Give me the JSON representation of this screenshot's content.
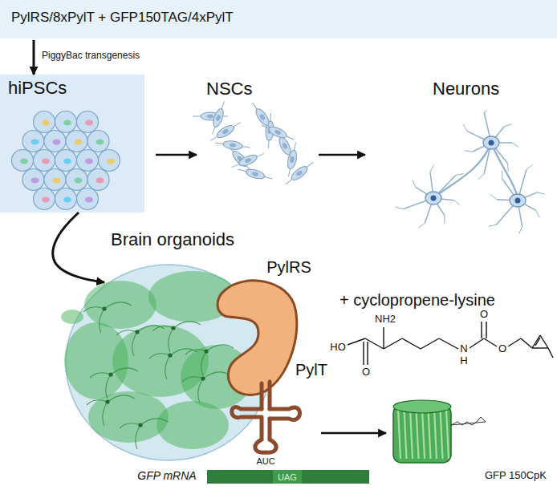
{
  "diagram": {
    "nodes": [
      {
        "text": [
          "PylRS/8xPylT + GFP150TAG/4xPylT"
        ]
      },
      {
        "text": [
          "hiPSCs"
        ]
      },
      {
        "text": [
          "NSCs"
        ]
      },
      {
        "text": [
          "Neurons"
        ]
      },
      {
        "text": [
          "Brain organoids"
        ]
      },
      {
        "text": [
          "PylT"
        ]
      },
      {
        "text": [
          "GFP 150CpK"
        ]
      }
    ],
    "edges": [
      {
        "from": 0,
        "to": 1,
        "arrow": "to",
        "label": "PiggyBac transgenesis"
      },
      {
        "from": 1,
        "to": 2,
        "arrow": "to"
      },
      {
        "from": 2,
        "to": 3,
        "arrow": "to"
      },
      {
        "from": 1,
        "to": 4,
        "arrow": "to"
      },
      {
        "from": 5,
        "to": 6,
        "arrow": "to"
      }
    ],
    "labels": [
      "PylRS",
      "+ cyclopropene-lysine",
      "HO",
      "NH2",
      "O",
      "N",
      "H",
      "O",
      "O",
      "AUC",
      "GFP mRNA",
      "UAG"
    ]
  }
}
